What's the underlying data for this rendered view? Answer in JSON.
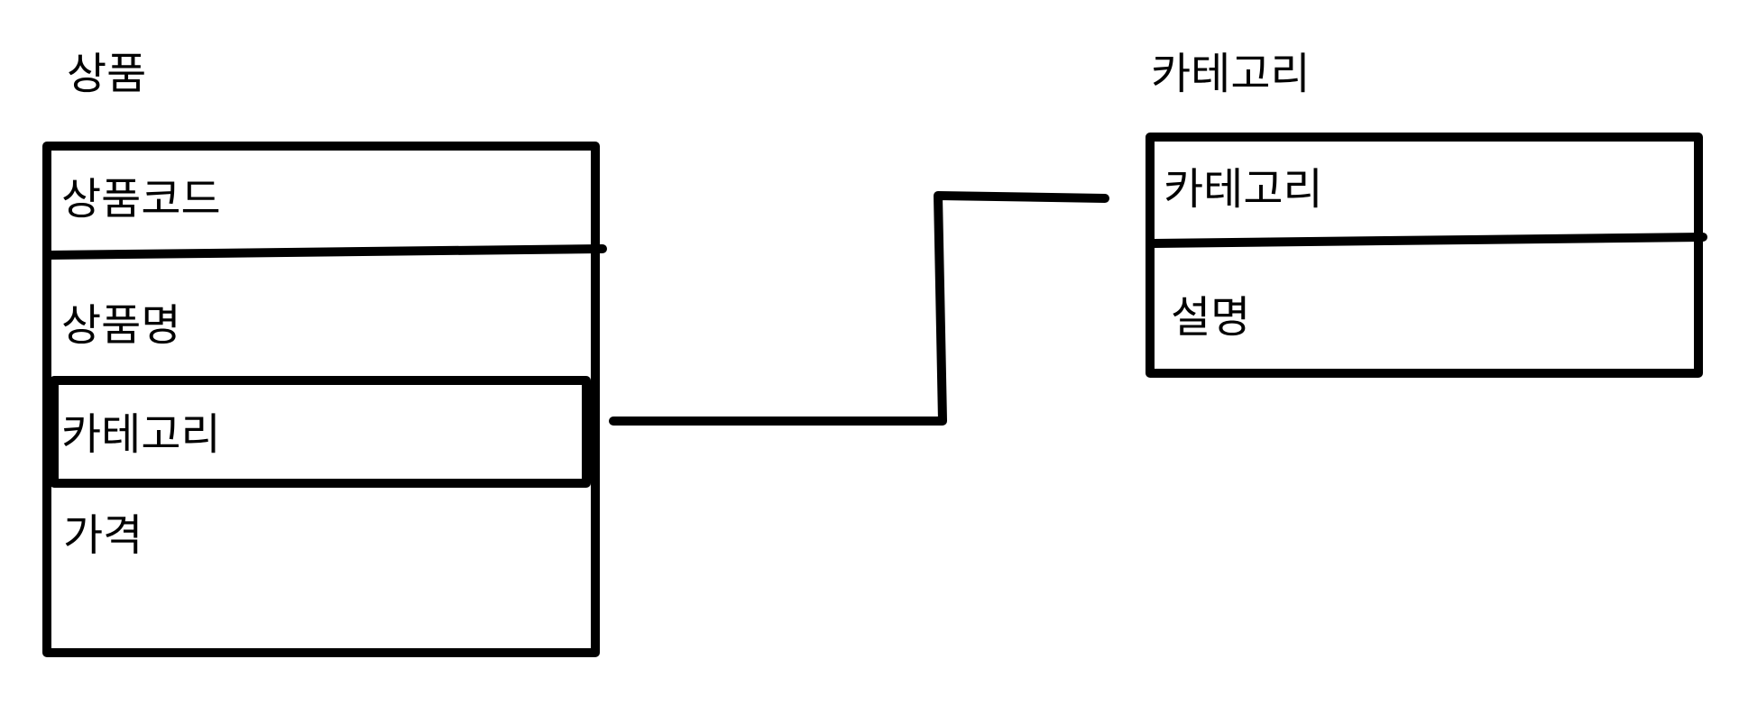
{
  "product_table": {
    "title": "상품",
    "fields": {
      "code": "상품코드",
      "name": "상품명",
      "category": "카테고리",
      "price": "가격"
    }
  },
  "category_table": {
    "title": "카테고리",
    "fields": {
      "category": "카테고리",
      "description": "설명"
    }
  }
}
